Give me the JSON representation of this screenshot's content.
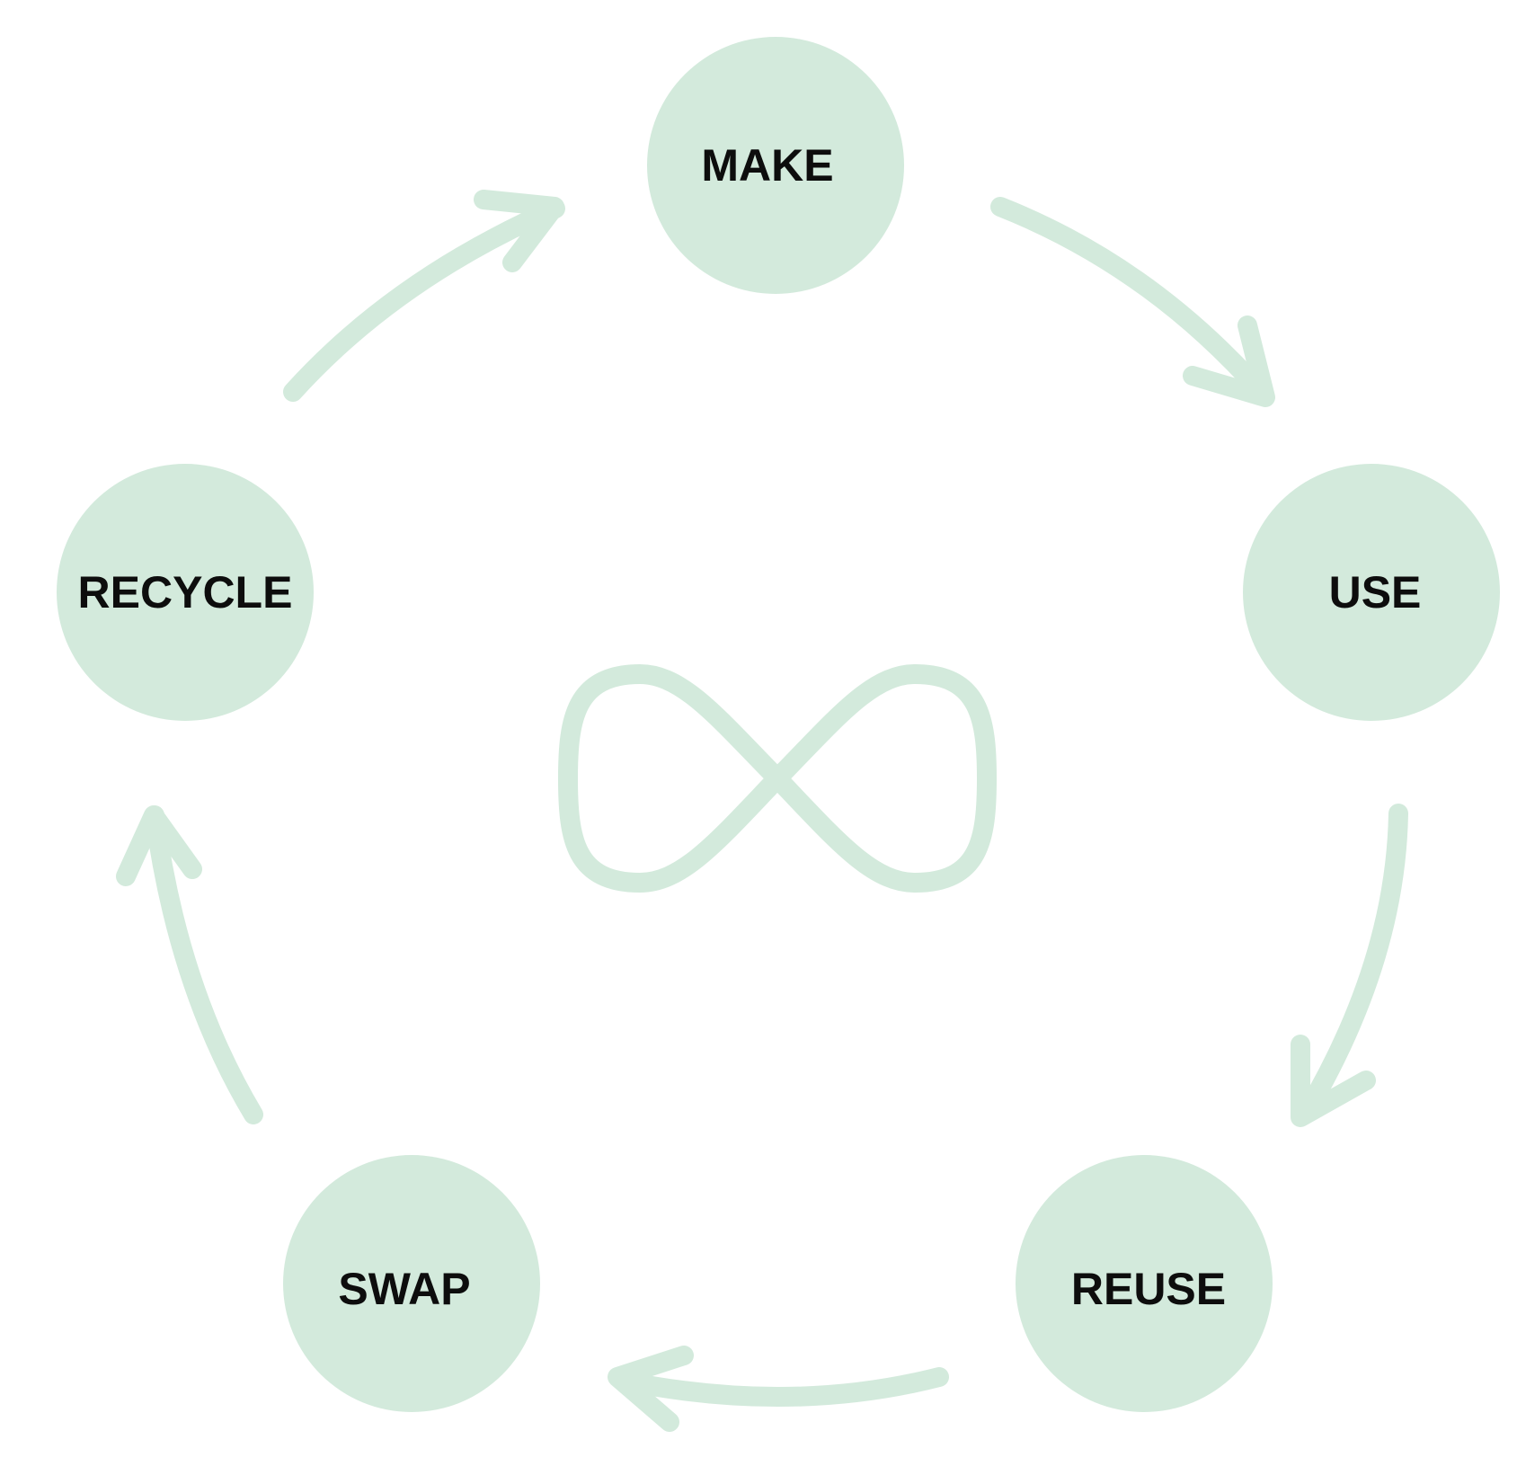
{
  "diagram": {
    "type": "cycle",
    "center_symbol": "infinity-icon",
    "colors": {
      "node_fill": "#d3eadc",
      "arrow": "#d3eadc",
      "label": "#0d0d0d",
      "background": "#ffffff"
    },
    "nodes": [
      {
        "id": "make",
        "label": "MAKE"
      },
      {
        "id": "use",
        "label": "USE"
      },
      {
        "id": "reuse",
        "label": "REUSE"
      },
      {
        "id": "swap",
        "label": "SWAP"
      },
      {
        "id": "recycle",
        "label": "RECYCLE"
      }
    ],
    "edges": [
      {
        "from": "make",
        "to": "use"
      },
      {
        "from": "use",
        "to": "reuse"
      },
      {
        "from": "reuse",
        "to": "swap"
      },
      {
        "from": "swap",
        "to": "recycle"
      },
      {
        "from": "recycle",
        "to": "make"
      }
    ]
  }
}
